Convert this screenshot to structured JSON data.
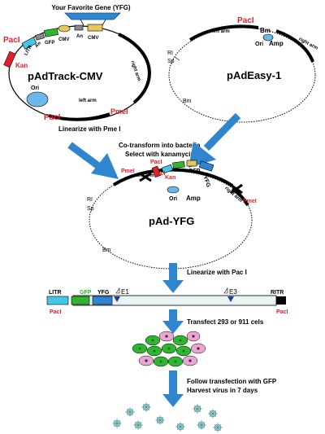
{
  "diagram": {
    "top_gene_label": "Your Favorite Gene (YFG)",
    "plasmid1": {
      "name": "pAdTrack-CMV",
      "pac_top": "PacI",
      "pac_bottom": "PacI",
      "kan": "Kan",
      "litr": "LITR",
      "an1": "An",
      "gfp": "GFP",
      "cmv1": "CMV",
      "an2": "An",
      "cmv2": "CMV",
      "right_arm": "right arm",
      "left_arm": "left arm",
      "ori": "Ori",
      "pme": "PmeI"
    },
    "plasmid2": {
      "name": "pAdEasy-1",
      "pac": "PacI",
      "left_arm": "left arm",
      "bm_top": "Bm",
      "ori": "Ori",
      "amp": "Amp",
      "right_arm": "right arm",
      "ri": "RI",
      "sp": "Sp",
      "bm_bottom": "Bm"
    },
    "step1": "Linearize with Pme I",
    "step2a": "Co-transform into bacteria",
    "step2b": "Select with kanamycin",
    "recombinant": {
      "pac1": "PacI",
      "pac2": "PacI",
      "kan": "Kan",
      "gfp": "GFP",
      "yfg": "YFG",
      "pme_left": "PmeI",
      "pme_right": "PmeI",
      "left_arm": "left arm",
      "right_arm": "right arm",
      "ori": "Ori",
      "amp": "Amp",
      "ri": "RI",
      "sp": "Sp",
      "bm": "Bm",
      "name": "pAd-YFG"
    },
    "step3": "Linearize with Pac I",
    "linear": {
      "litr": "LITR",
      "gfp": "GFP",
      "yfg": "YFG",
      "e1": "E1",
      "e3": "E3",
      "ritr": "RITR",
      "pac_left": "PacI",
      "pac_right": "PacI"
    },
    "step4": "Transfect 293 or 911 cels",
    "step5a": "Follow transfection with GFP",
    "step5b": "Harvest virus in 7 days",
    "colors": {
      "red": "#e0202a",
      "blue": "#2f86cf",
      "ori": "#6cb8e8",
      "gfp": "#2fb52f",
      "cyan": "#44c6e6",
      "yellow": "#e6c85a",
      "gray": "#8a8a8a",
      "pink": "#e8a8d0"
    }
  }
}
